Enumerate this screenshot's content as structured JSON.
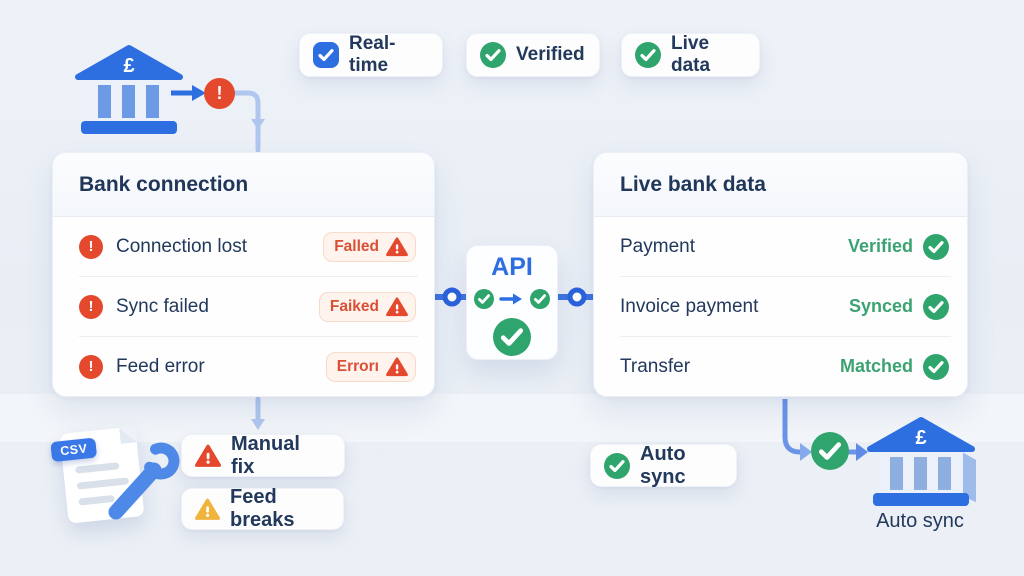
{
  "top_badges": [
    {
      "label": "Real-time",
      "icon": "check-squircle-blue"
    },
    {
      "label": "Verified",
      "icon": "check-circle-green"
    },
    {
      "label": "Live data",
      "icon": "check-circle-green"
    }
  ],
  "bank_connection": {
    "title": "Bank connection",
    "rows": [
      {
        "label": "Connection lost",
        "status": "Falled",
        "icon": "alert-circle-red",
        "status_icon": "warning-triangle-red"
      },
      {
        "label": "Sync failed",
        "status": "Faiked",
        "icon": "alert-circle-red",
        "status_icon": "warning-triangle-red"
      },
      {
        "label": "Feed error",
        "status": "Errorı",
        "icon": "alert-circle-red",
        "status_icon": "warning-triangle-red"
      }
    ]
  },
  "api": {
    "label": "API",
    "flow_icons": [
      "check-circle-green",
      "arrow-right-blue",
      "check-circle-green"
    ],
    "result_icon": "check-circle-green"
  },
  "live_bank_data": {
    "title": "Live bank data",
    "rows": [
      {
        "label": "Payment",
        "status": "Verified",
        "status_icon": "check-circle-green"
      },
      {
        "label": "Invoice payment",
        "status": "Synced",
        "status_icon": "check-circle-green"
      },
      {
        "label": "Transfer",
        "status": "Matched",
        "status_icon": "check-circle-green"
      }
    ]
  },
  "bottom_left": {
    "file_label": "CSV",
    "icons": [
      "csv-document",
      "wrench"
    ],
    "badges": [
      {
        "label": "Manual fix",
        "icon": "warning-triangle-red"
      },
      {
        "label": "Feed breaks",
        "icon": "warning-triangle-amber"
      }
    ]
  },
  "bottom_right": {
    "badge": "Auto sync",
    "badge_icon": "check-circle-green",
    "bank_caption": "Auto sync",
    "flow_icon": "check-circle-green"
  },
  "bank_symbol": "£",
  "colors": {
    "blue": "#2D6FE0",
    "green": "#2FA56D",
    "red": "#E4492D",
    "amber": "#F0B43C",
    "navy": "#22395C",
    "light_line": "#AFC7EE",
    "mid_line": "#6B94E8",
    "background": "#E9EEF5"
  }
}
